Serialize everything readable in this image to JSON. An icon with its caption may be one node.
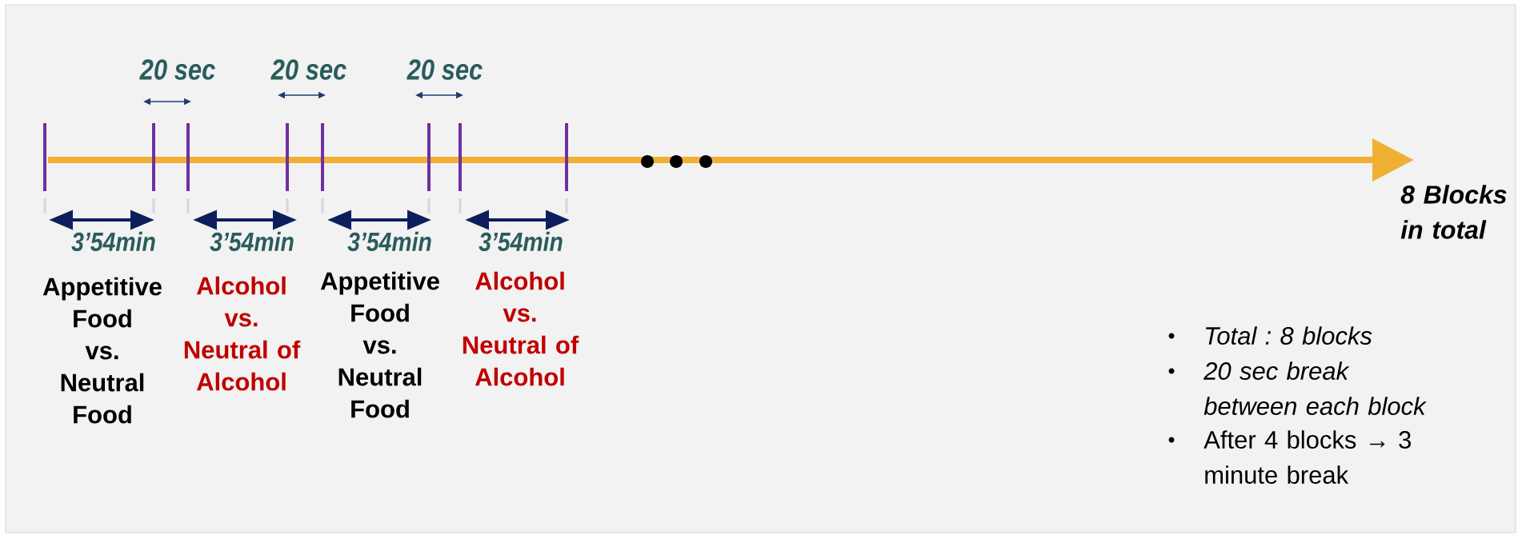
{
  "diagram": {
    "labels": [
      "20 sec",
      "20 sec",
      "20 sec",
      "8 Blocks in total",
      "3’54min",
      "3’54min",
      "3’54min",
      "3’54min",
      "Appetitive Food vs. Neutral Food",
      "Alcohol vs. Neutral of Alcohol",
      "Appetitive Food vs. Neutral Food",
      "Alcohol vs. Neutral of Alcohol",
      "Total : 8 blocks",
      "20 sec break between each block",
      "After 4 blocks → 3 minute break"
    ]
  }
}
